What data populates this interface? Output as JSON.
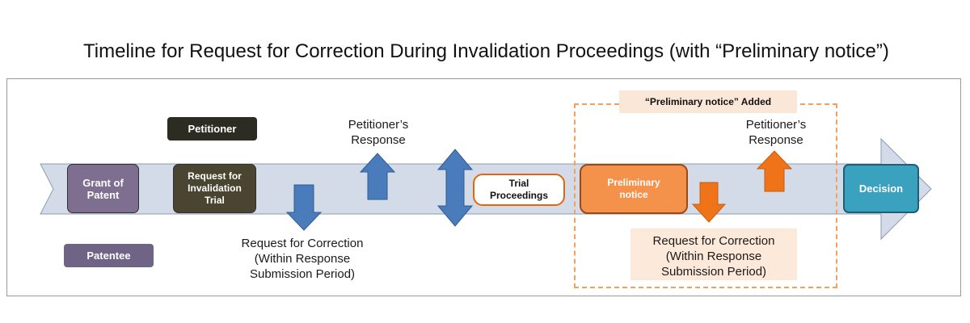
{
  "title": "Timeline for Request for Correction During Invalidation Proceedings (with “Preliminary notice”)",
  "boxes": {
    "grant": "Grant of\nPatent",
    "request_trial": "Request for\nInvalidation\nTrial",
    "petitioner": "Petitioner",
    "patentee": "Patentee",
    "trial_proceedings": "Trial\nProceedings",
    "preliminary_notice": "Preliminary\nnotice",
    "decision": "Decision"
  },
  "labels": {
    "petitioner_response_1": "Petitioner’s\nResponse",
    "request_correction_1": "Request for Correction\n(Within Response\nSubmission Period)",
    "petitioner_response_2": "Petitioner’s\nResponse",
    "request_correction_2": "Request for Correction\n(Within Response\nSubmission Period)",
    "preliminary_added": "“Preliminary notice” Added"
  },
  "colors": {
    "timeline": "#d3dbe9",
    "blue_arrow": "#4a7cbc",
    "orange_arrow": "#ef7318",
    "dashed_border": "#f0a060"
  }
}
